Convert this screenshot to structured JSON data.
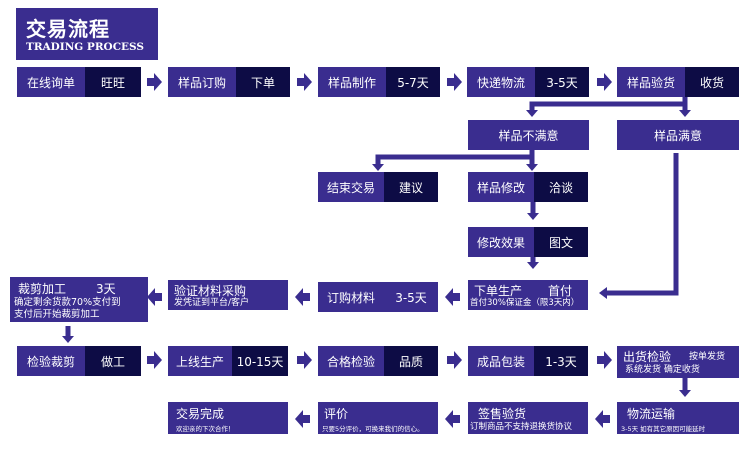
{
  "header": {
    "title_zh": "交易流程",
    "title_en": "TRADING PROCESS"
  },
  "steps": {
    "s1": {
      "label": "在线询单",
      "sub": "旺旺"
    },
    "s2": {
      "label": "样品订购",
      "sub": "下单"
    },
    "s3": {
      "label": "样品制作",
      "sub": "5-7天"
    },
    "s4": {
      "label": "快递物流",
      "sub": "3-5天"
    },
    "s5": {
      "label": "样品验货",
      "sub": "收货"
    },
    "not_satisfied": {
      "label": "样品不满意"
    },
    "satisfied": {
      "label": "样品满意"
    },
    "end_deal": {
      "label": "结束交易",
      "sub": "建议"
    },
    "modify": {
      "label": "样品修改",
      "sub": "洽谈"
    },
    "modify_effect": {
      "label": "修改效果",
      "sub": "图文"
    },
    "order": {
      "label": "下单生产",
      "sub": "首付",
      "note": "首付30%保证金（限3天内）"
    },
    "buy_material": {
      "label": "订购材料",
      "sub": "3-5天"
    },
    "verify": {
      "label": "验证材料采购",
      "note": "发凭证到平台/客户"
    },
    "cutting": {
      "label": "裁剪加工",
      "sub": "3天",
      "note1": "确定剩余货款70%支付到",
      "note2": "支付后开始裁剪加工"
    },
    "inspect_cut": {
      "label": "检验裁剪",
      "sub": "做工"
    },
    "online_prod": {
      "label": "上线生产",
      "sub": "10-15天"
    },
    "qc": {
      "label": "合格检验",
      "sub": "品质"
    },
    "packing": {
      "label": "成品包装",
      "sub": "1-3天"
    },
    "ship": {
      "label": "出货检验",
      "note1": "按单发货",
      "note2": "系统发货 确定收货"
    },
    "logistics": {
      "label": "物流运输",
      "note": "3-5天 如有其它原因可能延时"
    },
    "sign": {
      "label": "签售验货",
      "note": "订制商品不支持退换货协议"
    },
    "review": {
      "label": "评价",
      "note": "只要5分评价，可换来我们的信心。"
    },
    "done": {
      "label": "交易完成",
      "note": "欢迎亲的下次合作！"
    }
  },
  "colors": {
    "box": "#3a2d8f",
    "box_dark": "#0d0c45",
    "arrow": "#3a2d8f"
  }
}
